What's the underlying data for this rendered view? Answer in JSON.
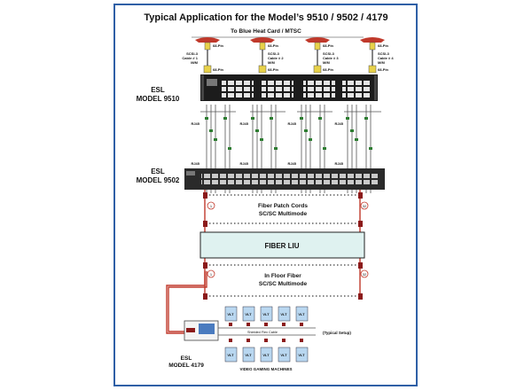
{
  "title": "Typical Application for the Model’s 9510 / 9502 / 4179",
  "subtitle": "To Blue Heat Card / MTSC",
  "connectors": {
    "pin_top": "68-Pin",
    "pin_bottom": "68-Pin",
    "cables": [
      {
        "line1": "SCSI-3",
        "line2": "Cable # 1",
        "line3": "M/M"
      },
      {
        "line1": "SCSI-3",
        "line2": "Cable # 2",
        "line3": "M/M"
      },
      {
        "line1": "SCSI-3",
        "line2": "Cable # 3",
        "line3": "M/M"
      },
      {
        "line1": "SCSI-3",
        "line2": "Cable # 4",
        "line3": "M/M"
      }
    ]
  },
  "model_9510": {
    "line1": "ESL",
    "line2": "MODEL 9510"
  },
  "model_9502": {
    "line1": "ESL",
    "line2": "MODEL 9502"
  },
  "model_4179": {
    "line1": "ESL",
    "line2": "MODEL 4179"
  },
  "rj45_label": "RJ45",
  "fiber_patch": {
    "line1": "Fiber Patch Cords",
    "line2": "SC/SC Multimode"
  },
  "fiber_liu": "FIBER LIU",
  "in_floor": {
    "line1": "In Floor Fiber",
    "line2": "SC/SC Multimode"
  },
  "markers": {
    "left": "1",
    "right": "32"
  },
  "vlt_label": "VLT",
  "shielded_cable": "Shielded Flex Cable",
  "typical_setup": "(Typical Setup)",
  "video_gaming": "VIDEO GAMING MACHINES",
  "colors": {
    "border": "#2f5fa6",
    "fiber": "#c0392b",
    "liu_fill": "#dff2f0",
    "vlt_fill": "#b9d7f0",
    "yellow": "#e8d24a"
  }
}
